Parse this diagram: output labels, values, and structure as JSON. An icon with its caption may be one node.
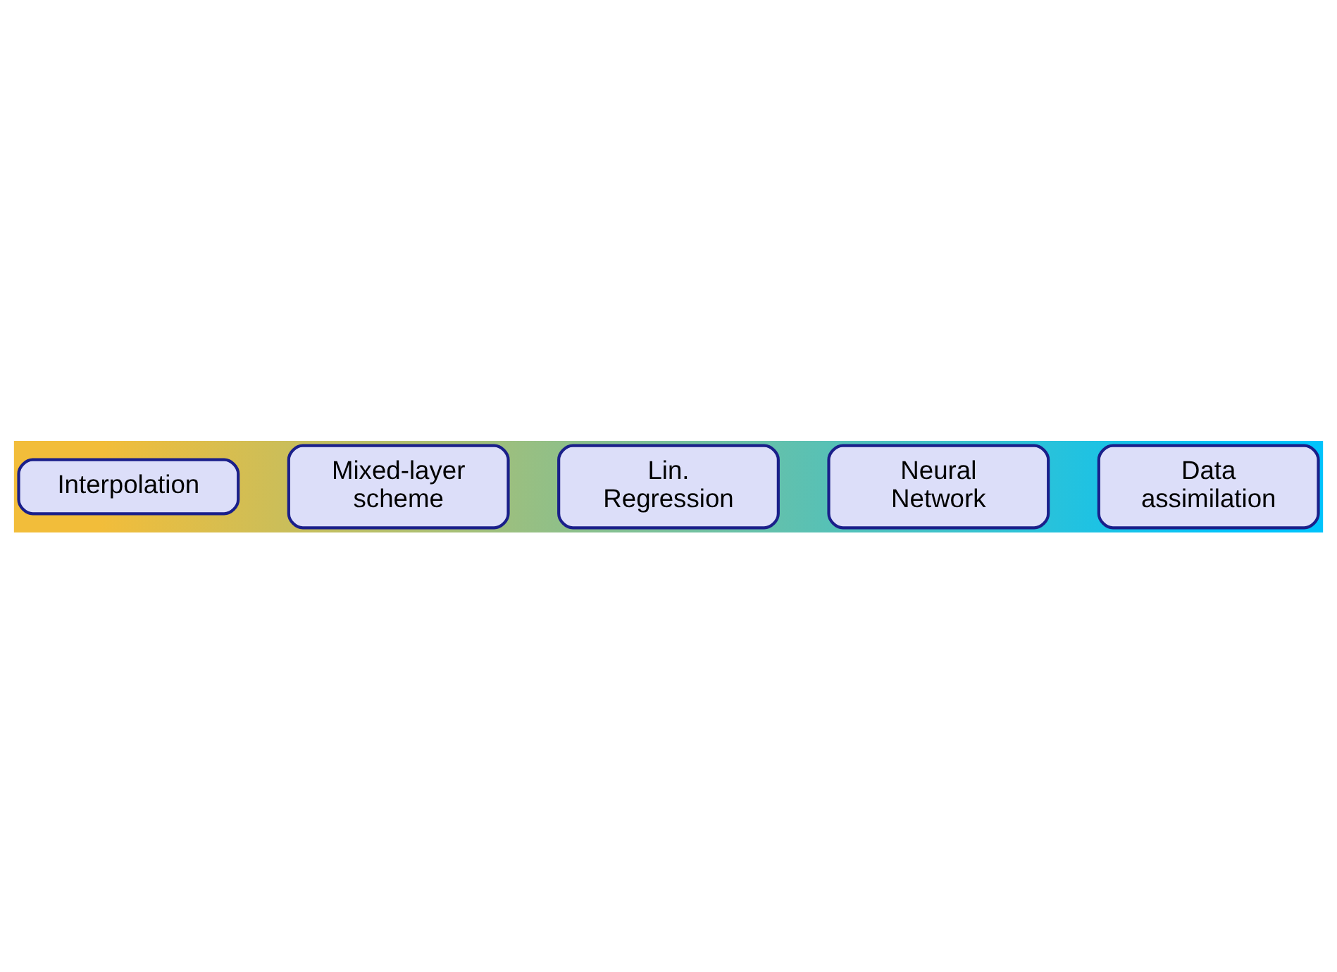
{
  "diagram": {
    "nodes": [
      {
        "text": [
          "Interpolation"
        ]
      },
      {
        "text": [
          "Mixed-layer scheme"
        ]
      },
      {
        "text": [
          "Lin. Regression"
        ]
      },
      {
        "text": [
          "Neural Network"
        ]
      },
      {
        "text": [
          "Data assimilation"
        ]
      }
    ]
  }
}
